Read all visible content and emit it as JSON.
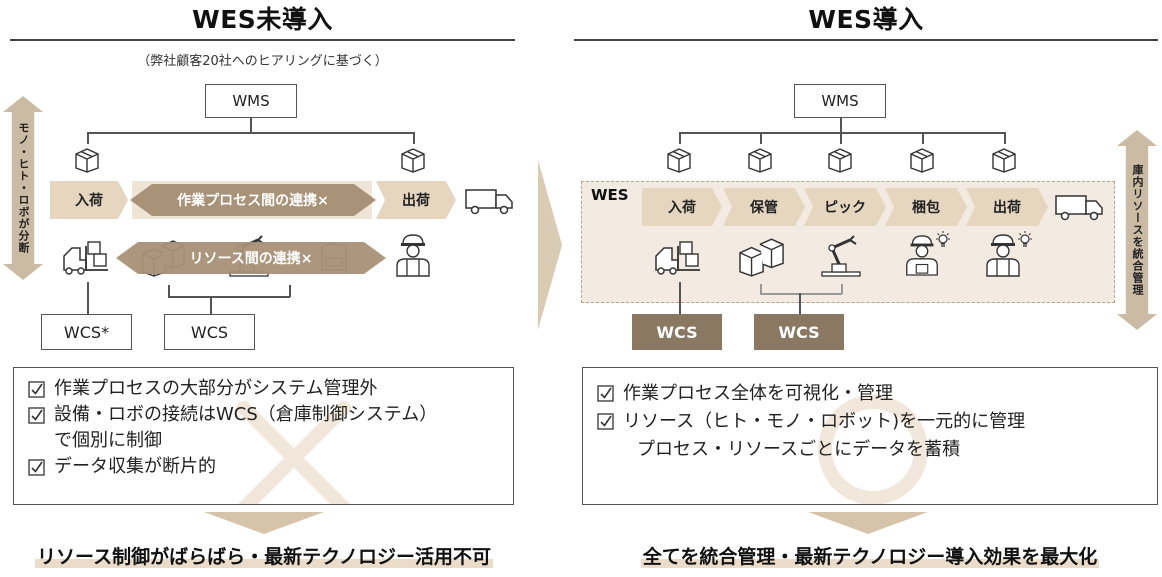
{
  "left": {
    "title": "WES未導入",
    "note": "（弊社顧客20社へのヒアリングに基づく）",
    "wms": "WMS",
    "side_label": "モノ・ヒト・ロボが分断",
    "inbound": "入荷",
    "outbound": "出荷",
    "process_link": "作業プロセス間の連携×",
    "resource_link": "リソース間の連携×",
    "wcs_star": "WCS*",
    "wcs": "WCS",
    "bullets": [
      "作業プロセスの大部分がシステム管理外",
      "設備・ロボの接続はWCS（倉庫制御システム）",
      "で個別に制御",
      "データ収集が断片的"
    ],
    "conclusion": "リソース制御がばらばら・最新テクノロジー活用不可"
  },
  "right": {
    "title": "WES導入",
    "wms": "WMS",
    "wes": "WES",
    "side_label": "庫内リソースを統合管理",
    "processes": [
      "入荷",
      "保管",
      "ピック",
      "梱包",
      "出荷"
    ],
    "wcs1": "WCS",
    "wcs2": "WCS",
    "bullets": [
      "作業プロセス全体を可視化・管理",
      "リソース（ヒト・モノ・ロボット)を一元的に管理",
      "プロセス・リソースごとにデータを蓄積"
    ],
    "conclusion": "全てを統合管理・最新テクノロジー導入効果を最大化"
  },
  "colors": {
    "process_fill": "#e6d6c0",
    "dark_brown": "#8b7862",
    "link_arrow": "#a89278",
    "wes_area": "#f3ebe1"
  },
  "icons": [
    "box-icon",
    "truck-icon",
    "forklift-icon",
    "robot-arm-icon",
    "worker-icon",
    "lightbulb-icon",
    "check-icon"
  ]
}
